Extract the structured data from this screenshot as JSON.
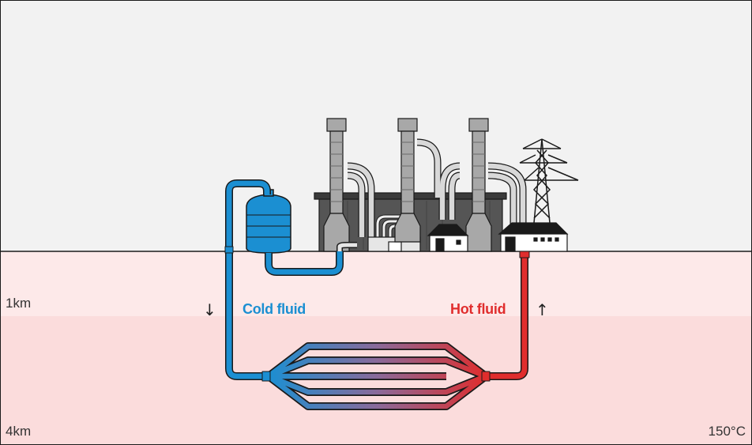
{
  "depth_labels": {
    "top": "1km",
    "bottom": "4km"
  },
  "temperature_label": "150°C",
  "fluids": {
    "cold": {
      "label": "Cold fluid",
      "color": "#1b8fd2",
      "direction_glyph": "↓"
    },
    "hot": {
      "label": "Hot fluid",
      "color": "#e02d2d",
      "direction_glyph": "↑"
    }
  },
  "colors": {
    "sky": "#f2f2f2",
    "ground_upper": "#fde9e9",
    "ground_lower": "#fbdcdc",
    "building_dark": "#555555",
    "building_light": "#cfcfcf",
    "outline": "#1a1a1a"
  },
  "icons": [
    "power-plant-icon",
    "storage-tank-icon",
    "pylon-icon",
    "heat-exchanger-icon"
  ]
}
